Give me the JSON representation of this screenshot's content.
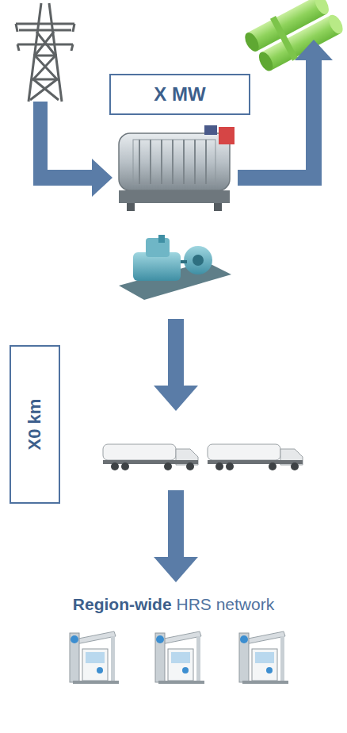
{
  "diagram": {
    "nodes": [
      {
        "text": [
          "X MW"
        ]
      },
      {
        "text": [
          "X0 km"
        ]
      }
    ],
    "labels": [
      "Region-wide",
      "HRS network"
    ]
  }
}
